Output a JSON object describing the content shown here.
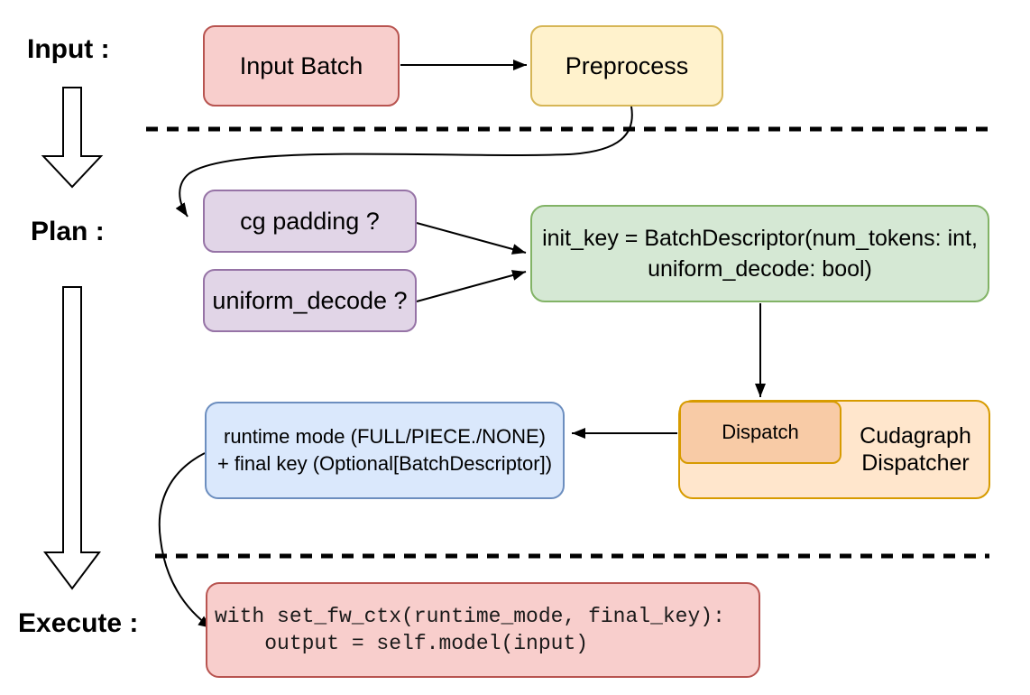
{
  "stages": {
    "input": "Input :",
    "plan": "Plan :",
    "execute": "Execute :"
  },
  "nodes": {
    "input_batch": {
      "label": "Input Batch",
      "fill": "#f8cecc",
      "border": "#b85450"
    },
    "preprocess": {
      "label": "Preprocess",
      "fill": "#fff2cc",
      "border": "#d6b656"
    },
    "cg_padding": {
      "label": "cg padding ?",
      "fill": "#e1d5e7",
      "border": "#9673a6"
    },
    "uniform_decode": {
      "label": "uniform_decode ?",
      "fill": "#e1d5e7",
      "border": "#9673a6"
    },
    "init_key": {
      "line1": "init_key = BatchDescriptor(num_tokens: int,",
      "line2": "uniform_decode: bool)",
      "fill": "#d5e8d4",
      "border": "#82b366"
    },
    "cudagraph_dispatcher": {
      "line1": "Cudagraph",
      "line2": "Dispatcher",
      "fill": "#ffe6cc",
      "border": "#d79b00"
    },
    "dispatch": {
      "label": "Dispatch",
      "fill": "#f8cba6",
      "border": "#d79b00"
    },
    "runtime_mode": {
      "line1": "runtime mode (FULL/PIECE./NONE)",
      "line2": "+ final key (Optional[BatchDescriptor])",
      "fill": "#dae8fc",
      "border": "#6c8ebf"
    },
    "execute_code": {
      "line1": "with set_fw_ctx(runtime_mode, final_key):",
      "line2": "    output = self.model(input)",
      "fill": "#f8cecc",
      "border": "#b85450"
    }
  },
  "arrow_color": "#000000"
}
